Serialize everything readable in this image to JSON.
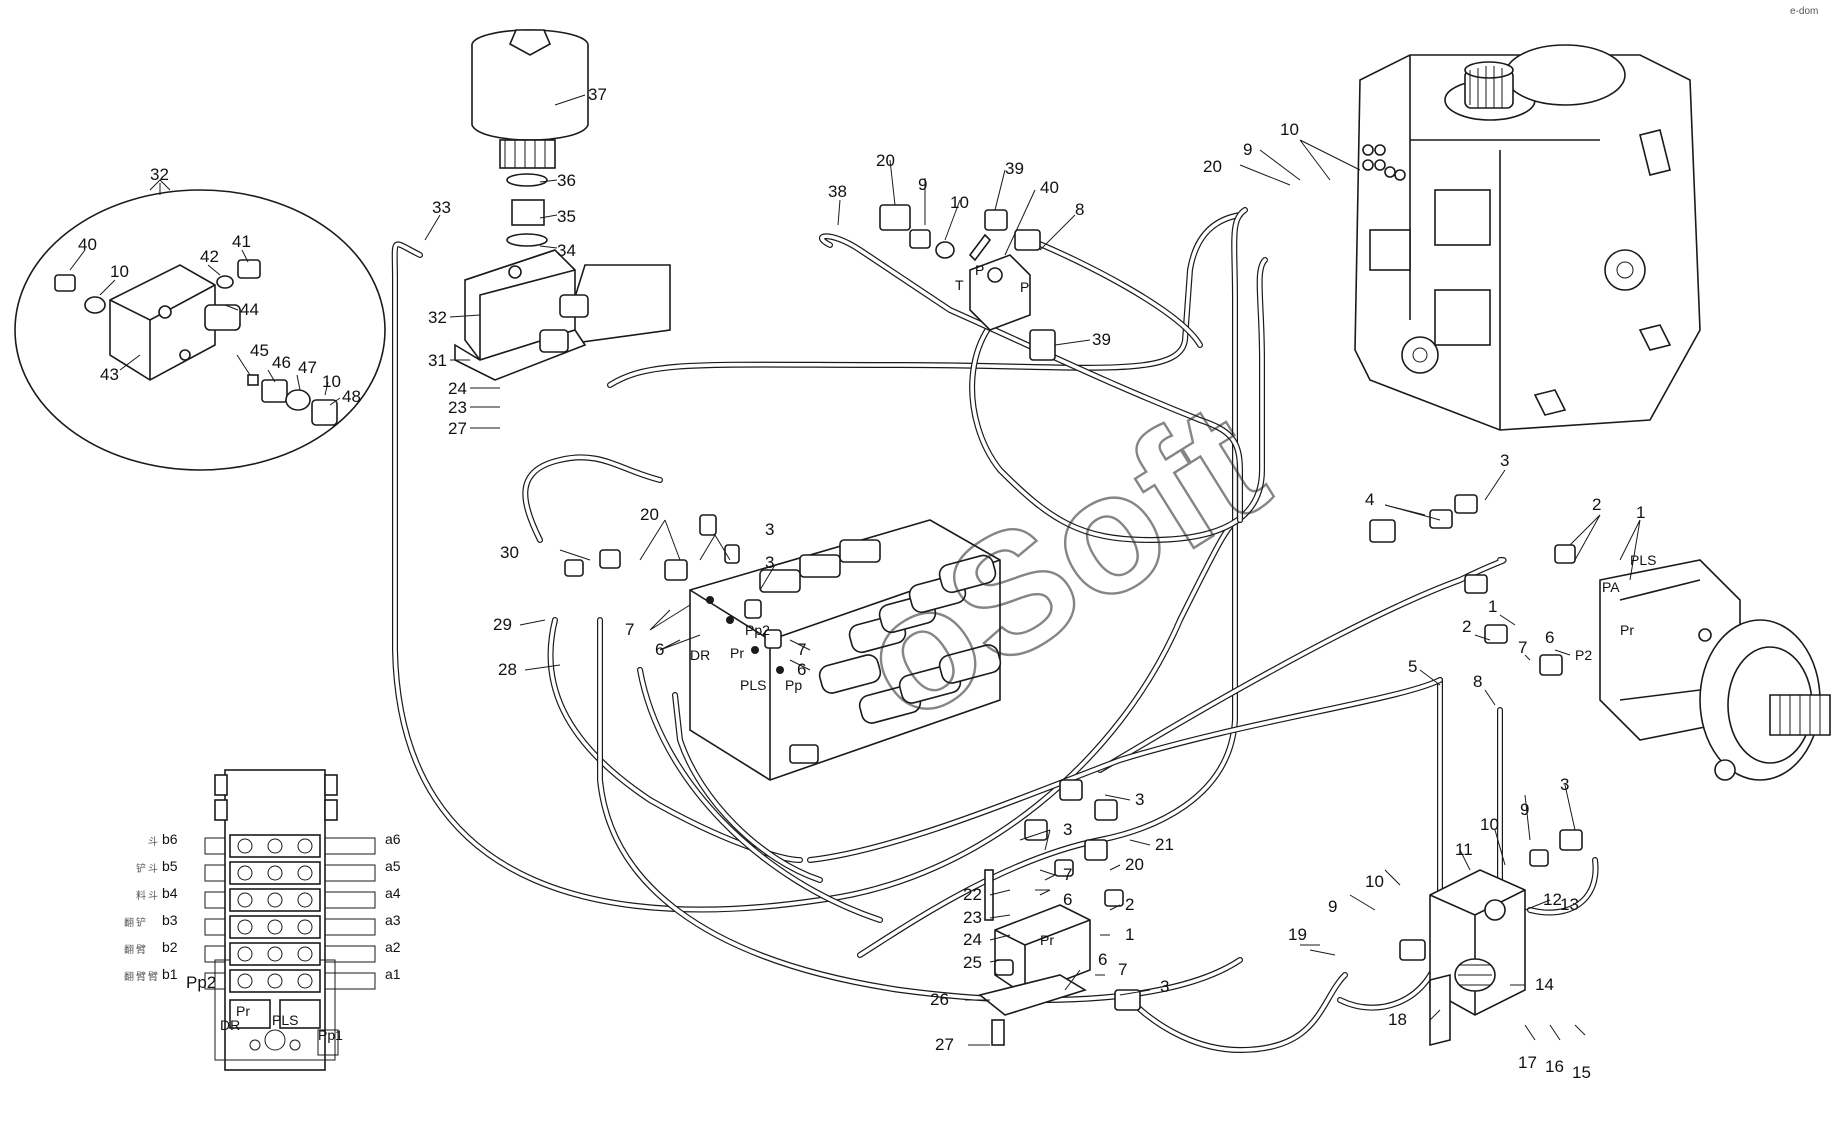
{
  "corner_mark": "e-dom",
  "watermark": "oSoft",
  "part_labels": [
    {
      "id": "l37",
      "text": "37"
    },
    {
      "id": "l36",
      "text": "36"
    },
    {
      "id": "l35",
      "text": "35"
    },
    {
      "id": "l34",
      "text": "34"
    },
    {
      "id": "l32a",
      "text": "32"
    },
    {
      "id": "l31",
      "text": "31"
    },
    {
      "id": "l24a",
      "text": "24"
    },
    {
      "id": "l23a",
      "text": "23"
    },
    {
      "id": "l27a",
      "text": "27"
    },
    {
      "id": "l33",
      "text": "33"
    },
    {
      "id": "l32b",
      "text": "32"
    },
    {
      "id": "l40a",
      "text": "40"
    },
    {
      "id": "l10a",
      "text": "10"
    },
    {
      "id": "l42",
      "text": "42"
    },
    {
      "id": "l41",
      "text": "41"
    },
    {
      "id": "l44",
      "text": "44"
    },
    {
      "id": "l43",
      "text": "43"
    },
    {
      "id": "l45",
      "text": "45"
    },
    {
      "id": "l46",
      "text": "46"
    },
    {
      "id": "l47",
      "text": "47"
    },
    {
      "id": "l10b",
      "text": "10"
    },
    {
      "id": "l48",
      "text": "48"
    },
    {
      "id": "l38",
      "text": "38"
    },
    {
      "id": "l20a",
      "text": "20"
    },
    {
      "id": "l9a",
      "text": "9"
    },
    {
      "id": "l10c",
      "text": "10"
    },
    {
      "id": "l39a",
      "text": "39"
    },
    {
      "id": "l40b",
      "text": "40"
    },
    {
      "id": "l8a",
      "text": "8"
    },
    {
      "id": "l39b",
      "text": "39"
    },
    {
      "id": "l20b",
      "text": "20"
    },
    {
      "id": "l9b",
      "text": "9"
    },
    {
      "id": "l10d",
      "text": "10"
    },
    {
      "id": "l3a",
      "text": "3"
    },
    {
      "id": "l4",
      "text": "4"
    },
    {
      "id": "l2a",
      "text": "2"
    },
    {
      "id": "l1a",
      "text": "1"
    },
    {
      "id": "l1b",
      "text": "1"
    },
    {
      "id": "l2b",
      "text": "2"
    },
    {
      "id": "l7a",
      "text": "7"
    },
    {
      "id": "l6a",
      "text": "6"
    },
    {
      "id": "l5",
      "text": "5"
    },
    {
      "id": "l8b",
      "text": "8"
    },
    {
      "id": "l20c",
      "text": "20"
    },
    {
      "id": "l3b",
      "text": "3"
    },
    {
      "id": "l30",
      "text": "30"
    },
    {
      "id": "l3c",
      "text": "3"
    },
    {
      "id": "l29",
      "text": "29"
    },
    {
      "id": "l7b",
      "text": "7"
    },
    {
      "id": "l6b",
      "text": "6"
    },
    {
      "id": "l28",
      "text": "28"
    },
    {
      "id": "l7c",
      "text": "7"
    },
    {
      "id": "l6c",
      "text": "6"
    },
    {
      "id": "l3d",
      "text": "3"
    },
    {
      "id": "l3e",
      "text": "3"
    },
    {
      "id": "l21",
      "text": "21"
    },
    {
      "id": "l7d",
      "text": "7"
    },
    {
      "id": "l20d",
      "text": "20"
    },
    {
      "id": "l6d",
      "text": "6"
    },
    {
      "id": "l2c",
      "text": "2"
    },
    {
      "id": "l1c",
      "text": "1"
    },
    {
      "id": "l22",
      "text": "22"
    },
    {
      "id": "l23b",
      "text": "23"
    },
    {
      "id": "l24b",
      "text": "24"
    },
    {
      "id": "l25",
      "text": "25"
    },
    {
      "id": "l6e",
      "text": "6"
    },
    {
      "id": "l7e",
      "text": "7"
    },
    {
      "id": "l3f",
      "text": "3"
    },
    {
      "id": "l26",
      "text": "26"
    },
    {
      "id": "l27b",
      "text": "27"
    },
    {
      "id": "l3g",
      "text": "3"
    },
    {
      "id": "l9c",
      "text": "9"
    },
    {
      "id": "l10e",
      "text": "10"
    },
    {
      "id": "l10f",
      "text": "10"
    },
    {
      "id": "l9d",
      "text": "9"
    },
    {
      "id": "l11",
      "text": "11"
    },
    {
      "id": "l12",
      "text": "12"
    },
    {
      "id": "l13",
      "text": "13"
    },
    {
      "id": "l14",
      "text": "14"
    },
    {
      "id": "l19",
      "text": "19"
    },
    {
      "id": "l18",
      "text": "18"
    },
    {
      "id": "l17",
      "text": "17"
    },
    {
      "id": "l16",
      "text": "16"
    },
    {
      "id": "l15",
      "text": "15"
    }
  ],
  "port_labels": [
    {
      "id": "pT",
      "text": "T"
    },
    {
      "id": "pP1",
      "text": "P"
    },
    {
      "id": "pP2",
      "text": "P"
    },
    {
      "id": "pPLS1",
      "text": "PLS"
    },
    {
      "id": "pPA",
      "text": "PA"
    },
    {
      "id": "pPr1",
      "text": "Pr"
    },
    {
      "id": "pP2a",
      "text": "P2"
    },
    {
      "id": "pDR1",
      "text": "DR"
    },
    {
      "id": "pPr2",
      "text": "Pr"
    },
    {
      "id": "pPp2a",
      "text": "Pp2"
    },
    {
      "id": "pPLS2",
      "text": "PLS"
    },
    {
      "id": "pPp",
      "text": "Pp"
    },
    {
      "id": "pPr3",
      "text": "Pr"
    }
  ],
  "valve_schematic": {
    "ports_left": [
      "b6",
      "b5",
      "b4",
      "b3",
      "b2",
      "b1"
    ],
    "ports_right": [
      "a6",
      "a5",
      "a4",
      "a3",
      "a2",
      "a1"
    ],
    "side_glyphs": [
      "斗",
      "铲",
      "斗",
      "料",
      "斗",
      "铲",
      "翻",
      "臂",
      "翻",
      "臂",
      "翻",
      "臂"
    ],
    "bottom": {
      "pp2": "Pp2",
      "pr": "Pr",
      "dr": "DR",
      "pls": "PLS",
      "pp1": "Pp1"
    }
  }
}
